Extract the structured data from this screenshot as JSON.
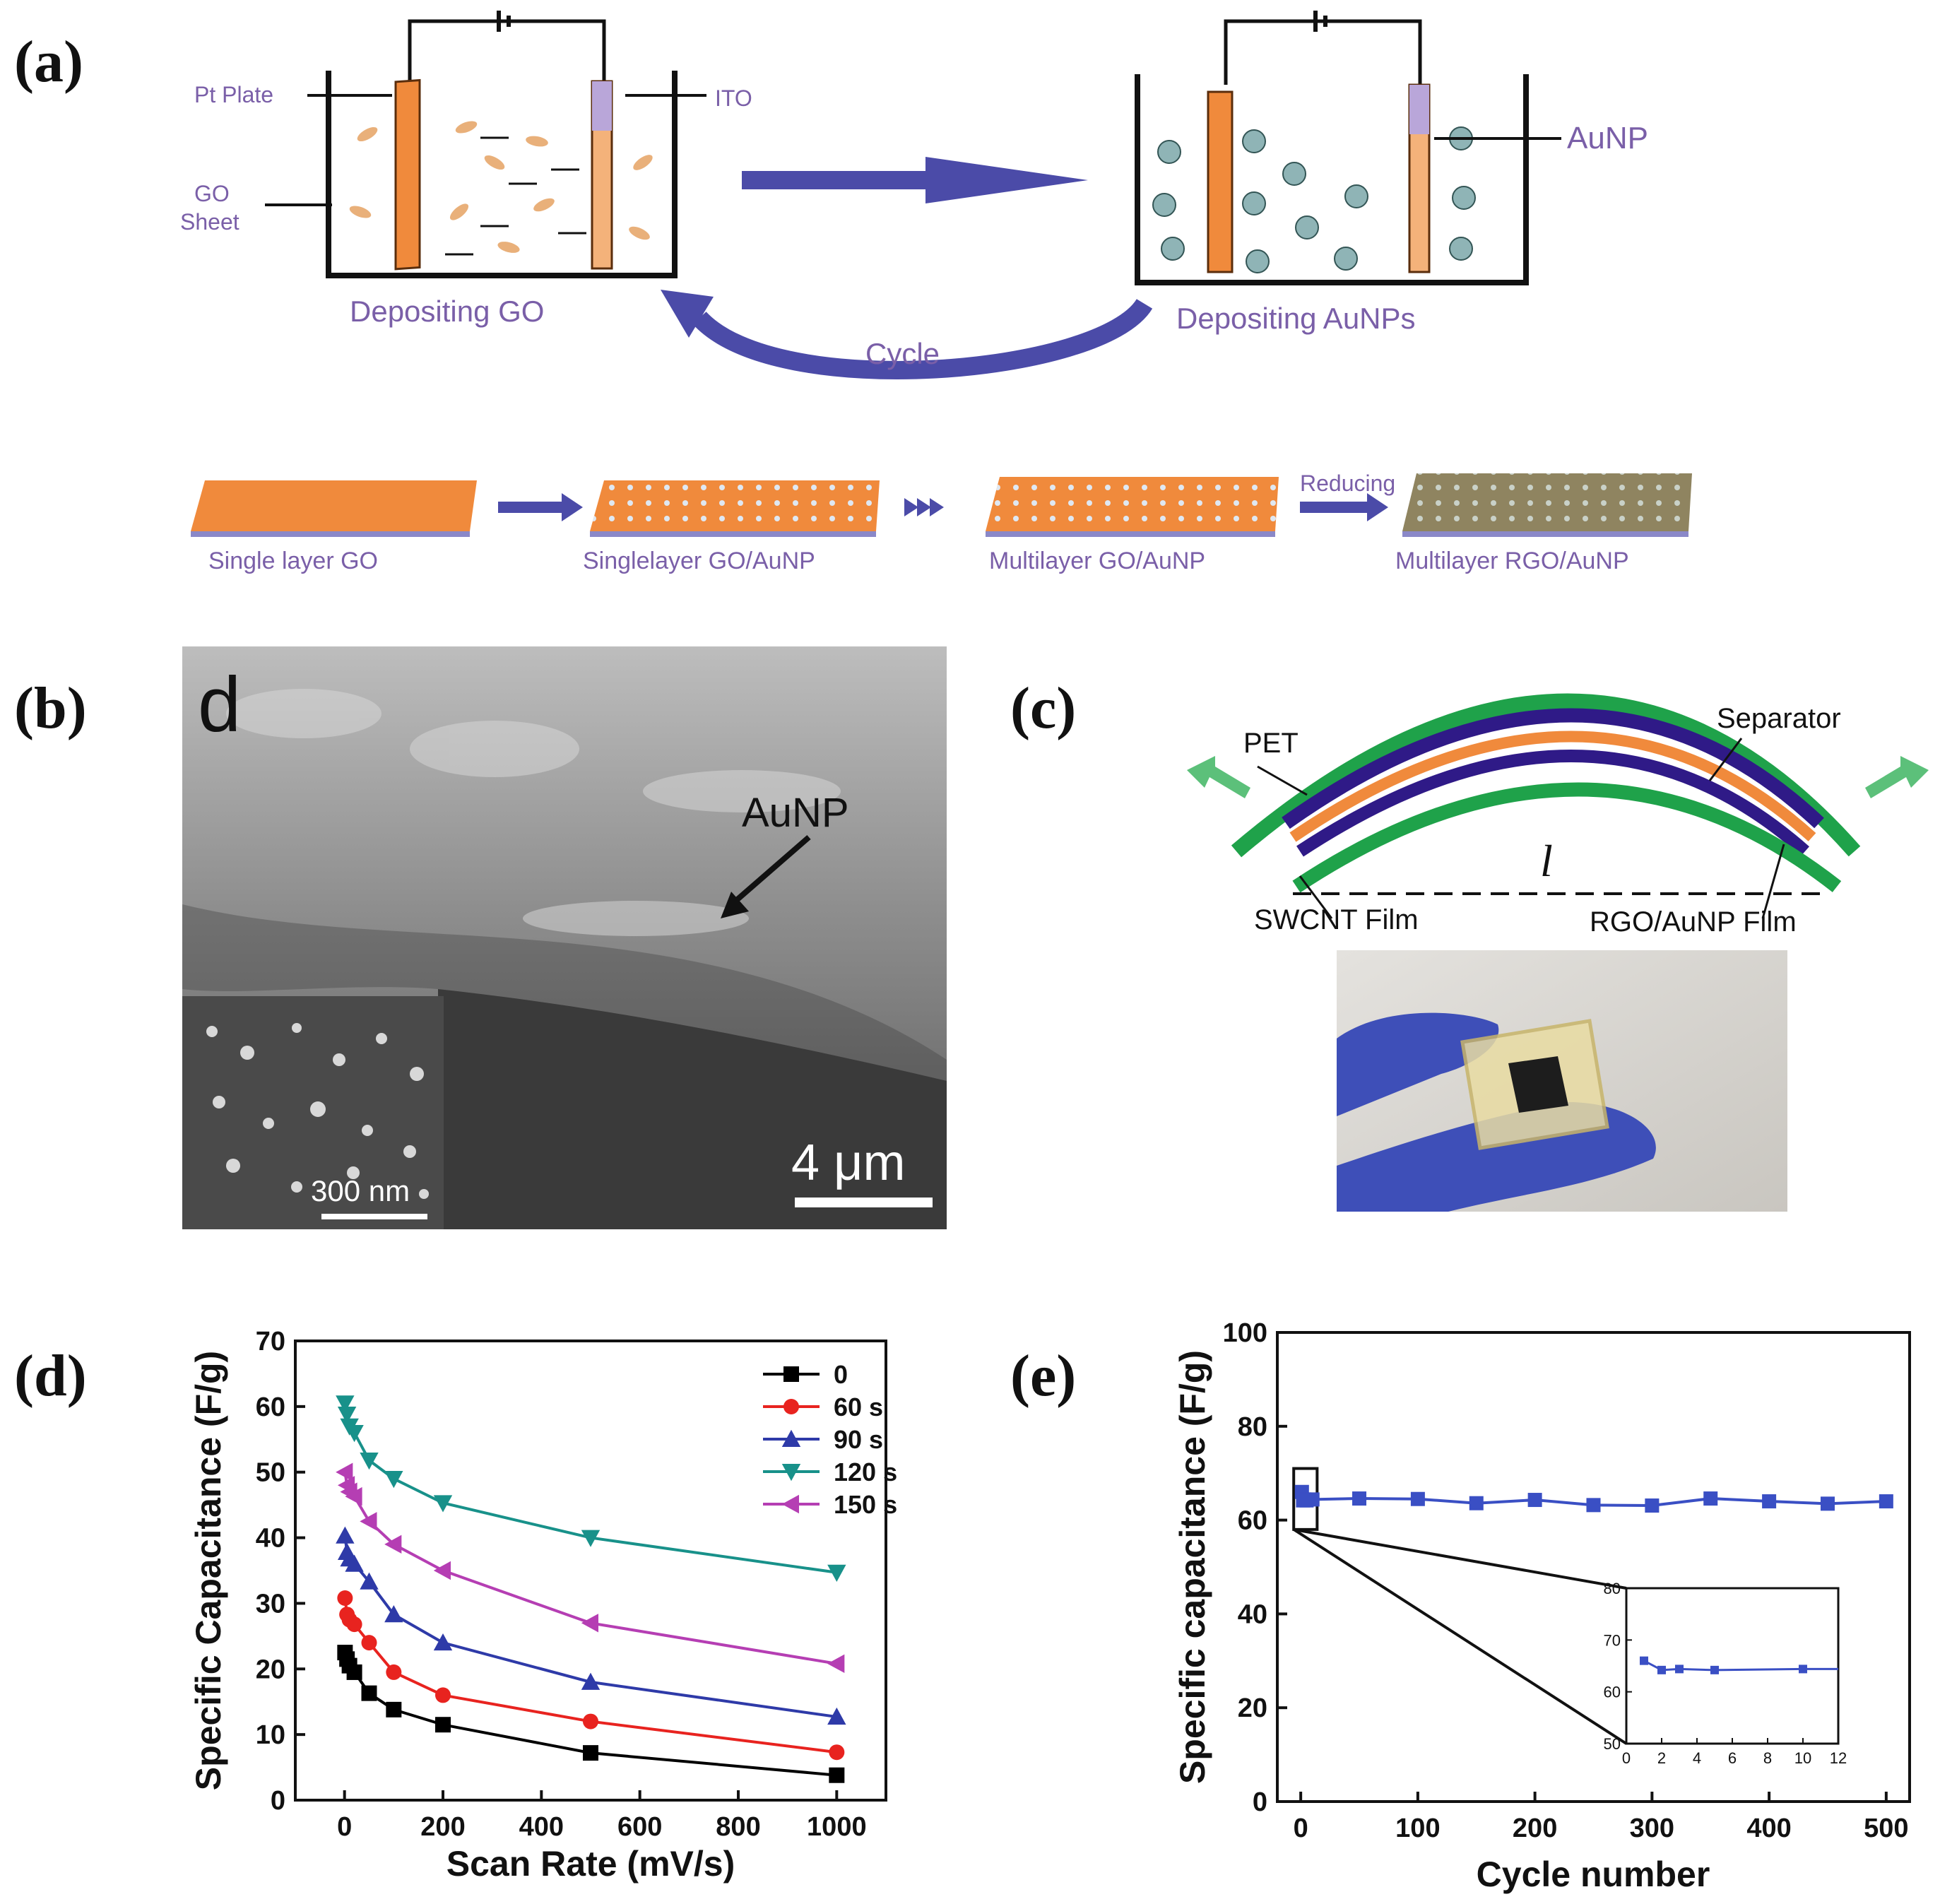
{
  "panels": {
    "a": "(a)",
    "b": "(b)",
    "c": "(c)",
    "d": "(d)",
    "e": "(e)"
  },
  "panel_a": {
    "pt_plate": "Pt Plate",
    "ito": "ITO",
    "go_sheet_1": "GO",
    "go_sheet_2": "Sheet",
    "aunp": "AuNP",
    "depositing_go": "Depositing GO",
    "depositing_aunps": "Depositing AuNPs",
    "cycle": "Cycle",
    "steps": [
      "Single layer GO",
      "Singlelayer GO/AuNP",
      "Multilayer GO/AuNP",
      "Multilayer RGO/AuNP"
    ],
    "reducing": "Reducing",
    "accent": "#4b4ba8",
    "electrode_color": "#f08a3c"
  },
  "panel_b": {
    "letter": "d",
    "aunp": "AuNP",
    "scale_main": "4 μm",
    "scale_inset": "300 nm"
  },
  "panel_c": {
    "pet": "PET",
    "separator": "Separator",
    "swcnt": "SWCNT Film",
    "rgo": "RGO/AuNP Film",
    "length": "l"
  },
  "chart_data": [
    {
      "type": "line",
      "xlabel": "Scan Rate (mV/s)",
      "ylabel": "Specific Capacitance (F/g)",
      "xlim": [
        -100,
        1100
      ],
      "ylim": [
        0,
        70
      ],
      "xticks": [
        0,
        200,
        400,
        600,
        800,
        1000
      ],
      "yticks": [
        0,
        10,
        20,
        30,
        40,
        50,
        60,
        70
      ],
      "x": [
        1,
        5,
        10,
        20,
        50,
        100,
        200,
        500,
        1000
      ],
      "legend_position": "top-right",
      "series": [
        {
          "name": "0",
          "color": "#000000",
          "marker": "square",
          "values": [
            22.5,
            21.5,
            20.5,
            19.5,
            16.3,
            13.8,
            11.5,
            7.2,
            3.8
          ]
        },
        {
          "name": "60 s",
          "color": "#e8231f",
          "marker": "circle",
          "values": [
            30.8,
            28.3,
            27.5,
            26.8,
            24.0,
            19.5,
            16.0,
            12.0,
            7.3
          ]
        },
        {
          "name": "90 s",
          "color": "#2e3aa8",
          "marker": "triangle-up",
          "values": [
            40.3,
            37.8,
            36.8,
            36.0,
            33.3,
            28.3,
            24.0,
            18.0,
            12.7
          ]
        },
        {
          "name": "120 s",
          "color": "#18918a",
          "marker": "triangle-down",
          "values": [
            60.5,
            58.8,
            57.0,
            56.0,
            51.8,
            49.0,
            45.3,
            40.0,
            34.7
          ]
        },
        {
          "name": "150 s",
          "color": "#b53eb3",
          "marker": "triangle-left",
          "values": [
            50.0,
            48.0,
            47.0,
            46.3,
            42.5,
            39.0,
            35.0,
            27.0,
            20.8
          ]
        }
      ]
    },
    {
      "type": "line",
      "xlabel": "Cycle number",
      "ylabel": "Specific capacitance (F/g)",
      "xlim": [
        -20,
        520
      ],
      "ylim": [
        0,
        100
      ],
      "xticks": [
        0,
        100,
        200,
        300,
        400,
        500
      ],
      "yticks": [
        0,
        20,
        40,
        60,
        80,
        100
      ],
      "color": "#3a4fc4",
      "x": [
        1,
        2,
        3,
        5,
        10,
        50,
        100,
        150,
        200,
        250,
        300,
        350,
        400,
        450,
        500
      ],
      "values": [
        66.0,
        64.2,
        64.4,
        64.2,
        64.4,
        64.6,
        64.5,
        63.6,
        64.3,
        63.2,
        63.1,
        64.6,
        64.0,
        63.5,
        64.0
      ],
      "inset": {
        "xlim": [
          0,
          12
        ],
        "ylim": [
          50,
          80
        ],
        "xticks": [
          0,
          2,
          4,
          6,
          8,
          10,
          12
        ],
        "yticks": [
          50,
          60,
          70,
          80
        ],
        "x": [
          1,
          2,
          3,
          5,
          10
        ],
        "values": [
          66.0,
          64.2,
          64.4,
          64.2,
          64.4
        ]
      }
    }
  ]
}
